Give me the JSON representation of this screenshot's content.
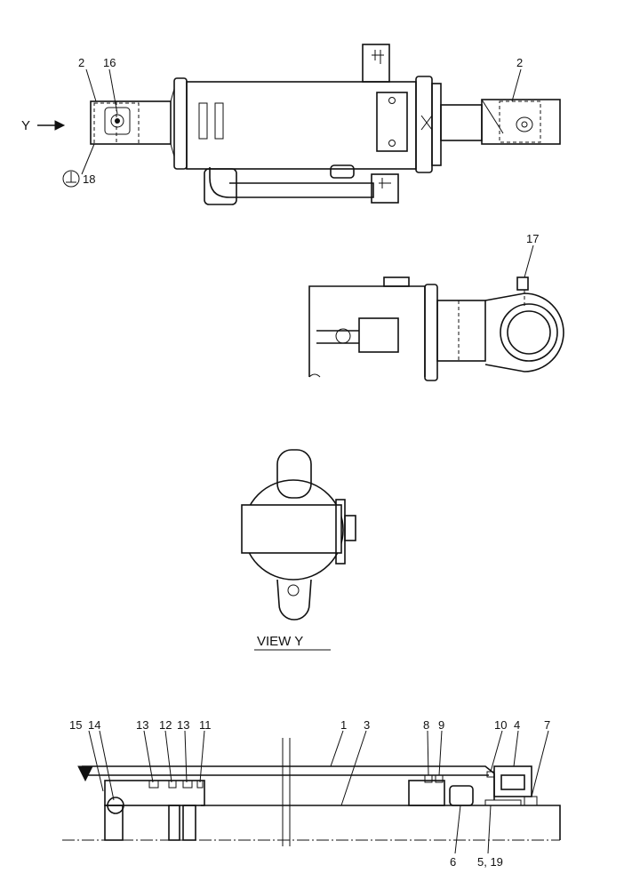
{
  "view_label": "VIEW Y",
  "arrow_label": "Y",
  "callouts": {
    "c2a": "2",
    "c16": "16",
    "c2b": "2",
    "c18": "18",
    "c17": "17",
    "c15": "15",
    "c14": "14",
    "c13a": "13",
    "c12": "12",
    "c13b": "13",
    "c11": "11",
    "c1": "1",
    "c3": "3",
    "c8": "8",
    "c9": "9",
    "c10": "10",
    "c4": "4",
    "c7": "7",
    "c6": "6",
    "c5_19": "5, 19"
  }
}
